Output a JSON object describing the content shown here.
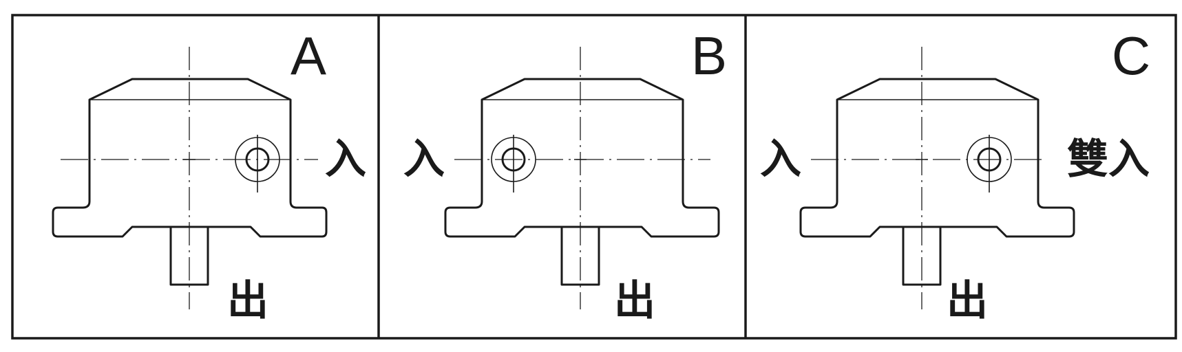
{
  "panels": [
    {
      "id": "A",
      "label": "A",
      "port_left": "",
      "port_right": "入",
      "port_bottom": "出"
    },
    {
      "id": "B",
      "label": "B",
      "port_left": "入",
      "port_right": "",
      "port_bottom": "出"
    },
    {
      "id": "C",
      "label": "C",
      "port_left": "入",
      "port_right": "雙入",
      "port_bottom": "出"
    }
  ]
}
